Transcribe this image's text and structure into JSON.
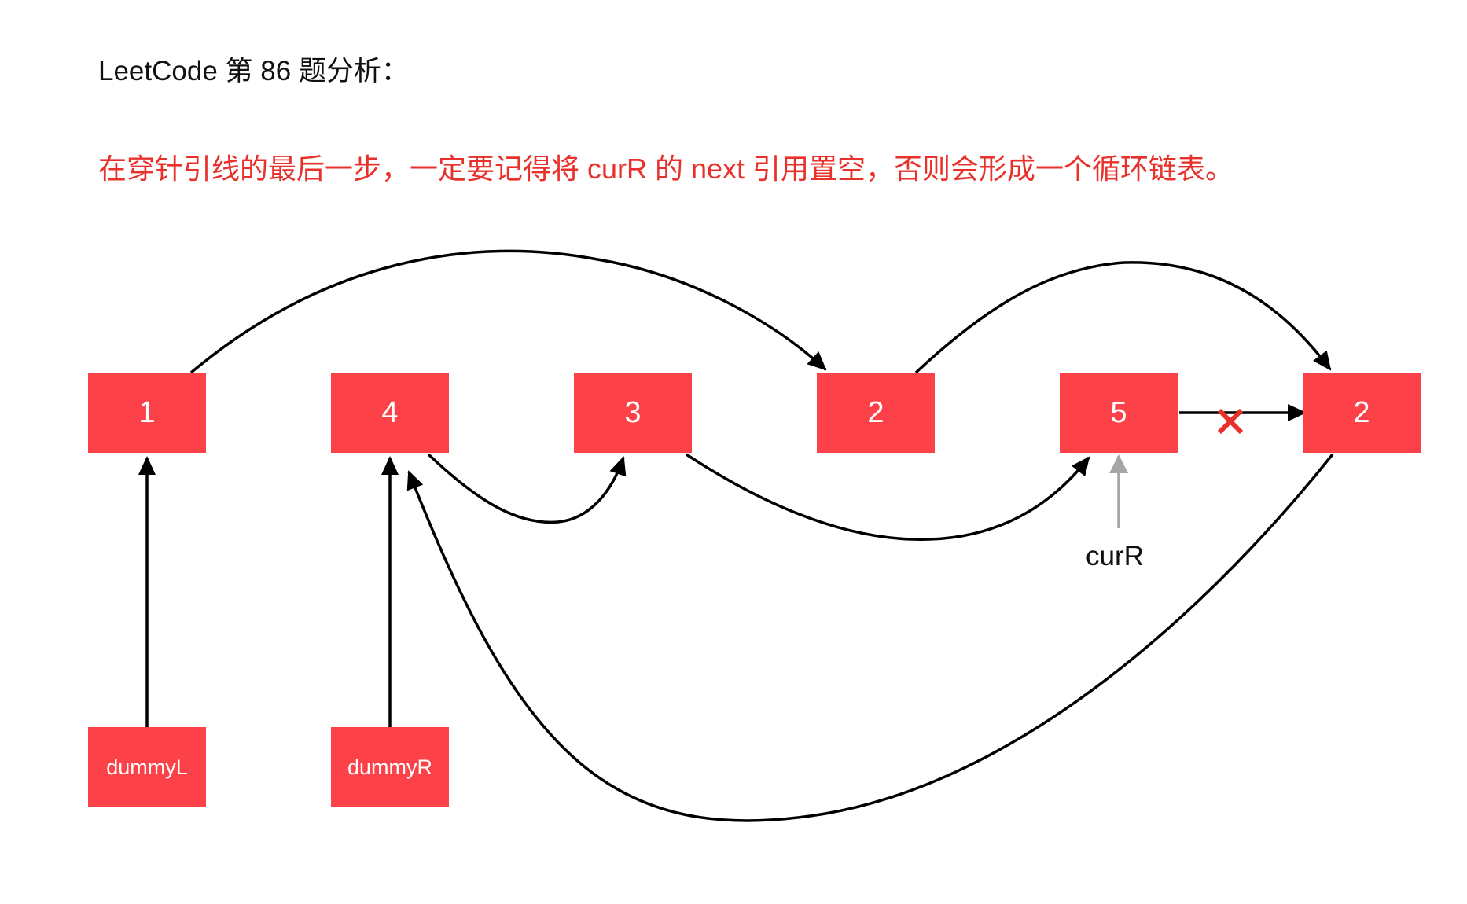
{
  "title": "LeetCode 第 86 题分析：",
  "note": "在穿针引线的最后一步，一定要记得将 curR 的 next 引用置空，否则会形成一个循环链表。",
  "nodes": [
    {
      "id": "n1",
      "value": "1"
    },
    {
      "id": "n4",
      "value": "4"
    },
    {
      "id": "n3",
      "value": "3"
    },
    {
      "id": "n2a",
      "value": "2"
    },
    {
      "id": "n5",
      "value": "5"
    },
    {
      "id": "n2b",
      "value": "2"
    }
  ],
  "dummies": [
    {
      "id": "dummyL",
      "label": "dummyL"
    },
    {
      "id": "dummyR",
      "label": "dummyR"
    }
  ],
  "pointer": {
    "label": "curR"
  },
  "colors": {
    "node_fill": "#fc4148",
    "note_text": "#e8312b",
    "arrow": "#000000",
    "pointer_arrow": "#a6a6a6",
    "cross_mark": "#e8312b"
  },
  "icons": {
    "broken_link": "cross-mark"
  }
}
